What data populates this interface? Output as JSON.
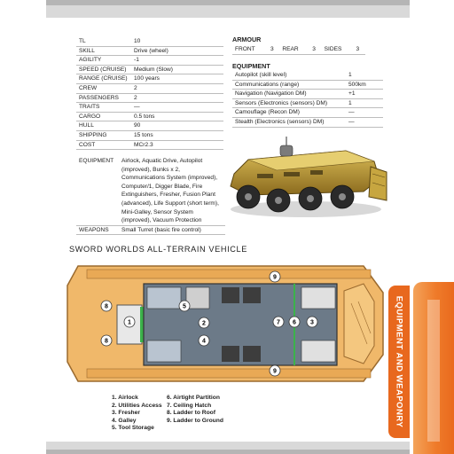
{
  "stats": [
    {
      "label": "TL",
      "value": "10"
    },
    {
      "label": "SKILL",
      "value": "Drive (wheel)"
    },
    {
      "label": "AGILITY",
      "value": "-1"
    },
    {
      "label": "SPEED (CRUISE)",
      "value": "Medium (Slow)"
    },
    {
      "label": "RANGE (CRUISE)",
      "value": "100 years"
    },
    {
      "label": "CREW",
      "value": "2"
    },
    {
      "label": "PASSENGERS",
      "value": "2"
    },
    {
      "label": "TRAITS",
      "value": "—"
    },
    {
      "label": "CARGO",
      "value": "0.5 tons"
    },
    {
      "label": "HULL",
      "value": "90"
    },
    {
      "label": "SHIPPING",
      "value": "15 tons"
    },
    {
      "label": "COST",
      "value": "MCr2.3"
    }
  ],
  "equipment_block": {
    "label": "EQUIPMENT",
    "value": "Airlock, Aquatic Drive, Autopilot (improved), Bunks x 2, Communications System (improved), Computer/1, Digger Blade, Fire Extinguishers, Fresher, Fusion Plant (advanced), Life Support (short term), Mini-Galley, Sensor System (improved), Vacuum Protection",
    "weapons_label": "WEAPONS",
    "weapons_value": "Small Turret (basic fire control)"
  },
  "armour": {
    "title": "ARMOUR",
    "front_label": "FRONT",
    "front_value": "3",
    "rear_label": "REAR",
    "rear_value": "3",
    "sides_label": "SIDES",
    "sides_value": "3"
  },
  "equipment": {
    "title": "EQUIPMENT",
    "rows": [
      {
        "label": "Autopilot (skill level)",
        "value": "1"
      },
      {
        "label": "Communications (range)",
        "value": "500km"
      },
      {
        "label": "Navigation (Navigation DM)",
        "value": "+1"
      },
      {
        "label": "Sensors (Electronics (sensors) DM)",
        "value": "1"
      },
      {
        "label": "Camouflage (Recon DM)",
        "value": "—"
      },
      {
        "label": "Stealth (Electronics (sensors) DM)",
        "value": "—"
      }
    ]
  },
  "plan": {
    "title": "SWORD WORLDS ALL-TERRAIN VEHICLE",
    "legend_left": [
      "1. Airlock",
      "2. Utilities Access",
      "3. Fresher",
      "4. Galley",
      "5. Tool Storage"
    ],
    "legend_right": [
      "6. Airtight Partition",
      "7. Ceiling Hatch",
      "8. Ladder to Roof",
      "9. Ladder to Ground"
    ],
    "markers": [
      "1",
      "2",
      "3",
      "4",
      "5",
      "6",
      "7",
      "8",
      "9"
    ]
  },
  "section_tab": "EQUIPMENT AND WEAPONRY",
  "colors": {
    "accent": "#e8681e",
    "hull": "#f0b86a",
    "floor": "#6c7a88"
  }
}
